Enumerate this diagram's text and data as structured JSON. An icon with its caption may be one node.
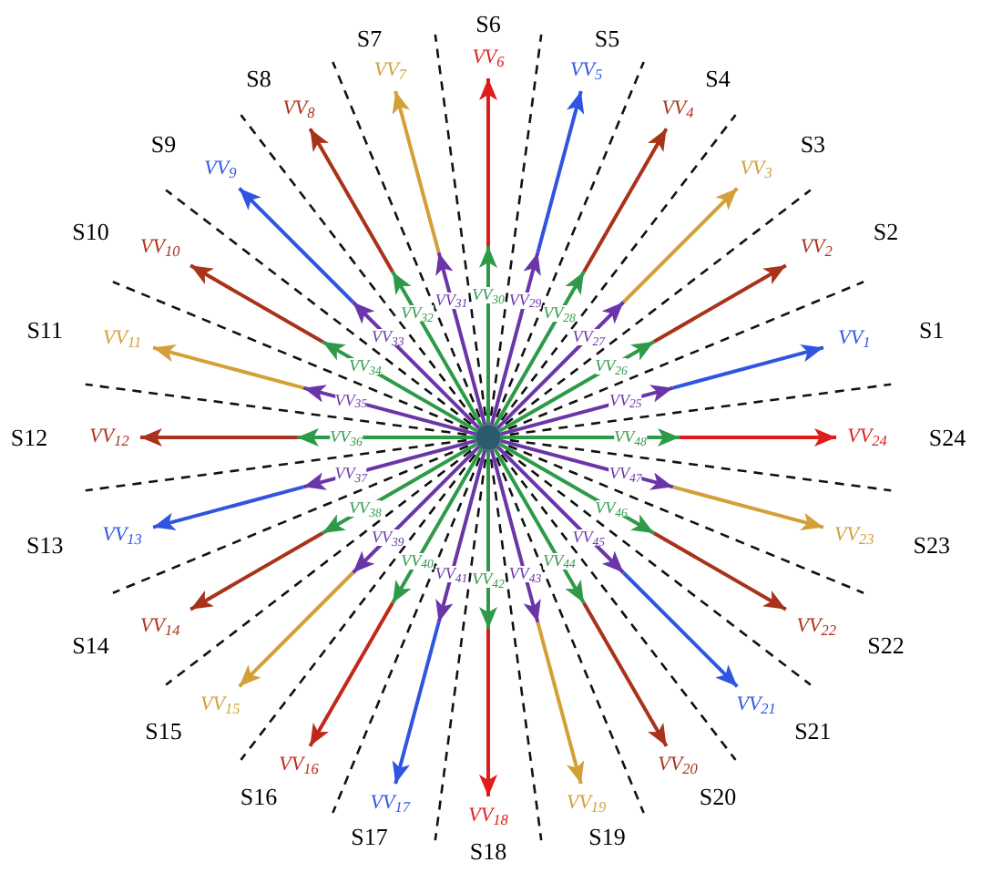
{
  "diagram": {
    "nodes": [
      {
        "text": [],
        "shape": "circle"
      },
      {
        "text": [
          "VV$_{1}$"
        ]
      },
      {
        "text": [
          "VV$_{2}$"
        ]
      },
      {
        "text": [
          "VV$_{3}$"
        ]
      },
      {
        "text": [
          "VV$_{4}$"
        ]
      },
      {
        "text": [
          "VV$_{5}$"
        ]
      },
      {
        "text": [
          "VV$_{6}$"
        ]
      },
      {
        "text": [
          "VV$_{7}$"
        ]
      },
      {
        "text": [
          "VV$_{8}$"
        ]
      },
      {
        "text": [
          "VV$_{9}$"
        ]
      },
      {
        "text": [
          "VV$_{10}$"
        ]
      },
      {
        "text": [
          "VV$_{11}$"
        ]
      },
      {
        "text": [
          "VV$_{12}$"
        ]
      },
      {
        "text": [
          "VV$_{13}$"
        ]
      },
      {
        "text": [
          "VV$_{14}$"
        ]
      },
      {
        "text": [
          "VV$_{15}$"
        ]
      },
      {
        "text": [
          "VV$_{16}$"
        ]
      },
      {
        "text": [
          "VV$_{17}$"
        ]
      },
      {
        "text": [
          "VV$_{18}$"
        ]
      },
      {
        "text": [
          "VV$_{19}$"
        ]
      },
      {
        "text": [
          "VV$_{20}$"
        ]
      },
      {
        "text": [
          "VV$_{21}$"
        ]
      },
      {
        "text": [
          "VV$_{22}$"
        ]
      },
      {
        "text": [
          "VV$_{23}$"
        ]
      },
      {
        "text": [
          "VV$_{24}$"
        ]
      }
    ],
    "edges": [
      {
        "from": null,
        "to": 1,
        "arrow": "to",
        "color": "#2f55e0"
      },
      {
        "from": null,
        "to": 2,
        "arrow": "to",
        "color": "#a8321a"
      },
      {
        "from": null,
        "to": 3,
        "arrow": "to",
        "color": "#d2a037"
      },
      {
        "from": null,
        "to": 4,
        "arrow": "to",
        "color": "#a8321a"
      },
      {
        "from": null,
        "to": 5,
        "arrow": "to",
        "color": "#2f55e0"
      },
      {
        "from": null,
        "to": 6,
        "arrow": "to",
        "color": "#e01b1b"
      },
      {
        "from": null,
        "to": 7,
        "arrow": "to",
        "color": "#d2a037"
      },
      {
        "from": null,
        "to": 8,
        "arrow": "to",
        "color": "#a8321a"
      },
      {
        "from": null,
        "to": 9,
        "arrow": "to",
        "color": "#2f55e0"
      },
      {
        "from": null,
        "to": 10,
        "arrow": "to",
        "color": "#a8321a"
      },
      {
        "from": null,
        "to": 11,
        "arrow": "to",
        "color": "#d2a037"
      },
      {
        "from": null,
        "to": 12,
        "arrow": "to",
        "color": "#a8321a"
      },
      {
        "from": null,
        "to": 13,
        "arrow": "to",
        "color": "#2f55e0"
      },
      {
        "from": null,
        "to": 14,
        "arrow": "to",
        "color": "#a8321a"
      },
      {
        "from": null,
        "to": 15,
        "arrow": "to",
        "color": "#d2a037"
      },
      {
        "from": null,
        "to": 16,
        "arrow": "to",
        "color": "#c0281a"
      },
      {
        "from": null,
        "to": 17,
        "arrow": "to",
        "color": "#2f55e0"
      },
      {
        "from": null,
        "to": 18,
        "arrow": "to",
        "color": "#e01b1b"
      },
      {
        "from": null,
        "to": 19,
        "arrow": "to",
        "color": "#d2a037"
      },
      {
        "from": null,
        "to": 20,
        "arrow": "to",
        "color": "#a8321a"
      },
      {
        "from": null,
        "to": 21,
        "arrow": "to",
        "color": "#2f55e0"
      },
      {
        "from": null,
        "to": 22,
        "arrow": "to",
        "color": "#a8321a"
      },
      {
        "from": null,
        "to": 23,
        "arrow": "to",
        "color": "#d2a037"
      },
      {
        "from": null,
        "to": 24,
        "arrow": "to",
        "color": "#e01b1b"
      },
      {
        "from": 0,
        "to": null,
        "arrow": "to",
        "label": "VV$_{25}$",
        "color": "#6a35a8"
      },
      {
        "from": 0,
        "to": null,
        "arrow": "to",
        "label": "VV$_{26}$",
        "color": "#2e9a48"
      },
      {
        "from": 0,
        "to": null,
        "arrow": "to",
        "label": "VV$_{27}$",
        "color": "#6a35a8"
      },
      {
        "from": 0,
        "to": null,
        "arrow": "to",
        "label": "VV$_{28}$",
        "color": "#2e9a48"
      },
      {
        "from": 0,
        "to": null,
        "arrow": "to",
        "label": "VV$_{29}$",
        "color": "#6a35a8"
      },
      {
        "from": 0,
        "to": null,
        "arrow": "to",
        "label": "VV$_{30}$",
        "color": "#2e9a48"
      },
      {
        "from": 0,
        "to": null,
        "arrow": "to",
        "label": "VV$_{31}$",
        "color": "#6a35a8"
      },
      {
        "from": 0,
        "to": null,
        "arrow": "to",
        "label": "VV$_{32}$",
        "color": "#2e9a48"
      },
      {
        "from": 0,
        "to": null,
        "arrow": "to",
        "label": "VV$_{33}$",
        "color": "#6a35a8"
      },
      {
        "from": 0,
        "to": null,
        "arrow": "to",
        "label": "VV$_{34}$",
        "color": "#2e9a48"
      },
      {
        "from": 0,
        "to": null,
        "arrow": "to",
        "label": "VV$_{35}$",
        "color": "#6a35a8"
      },
      {
        "from": 0,
        "to": null,
        "arrow": "to",
        "label": "VV$_{36}$",
        "color": "#2e9a48"
      },
      {
        "from": 0,
        "to": null,
        "arrow": "to",
        "label": "VV$_{37}$",
        "color": "#6a35a8"
      },
      {
        "from": 0,
        "to": null,
        "arrow": "to",
        "label": "VV$_{38}$",
        "color": "#2e9a48"
      },
      {
        "from": 0,
        "to": null,
        "arrow": "to",
        "label": "VV$_{39}$",
        "color": "#6a35a8"
      },
      {
        "from": 0,
        "to": null,
        "arrow": "to",
        "label": "VV$_{40}$",
        "color": "#2e9a48"
      },
      {
        "from": 0,
        "to": null,
        "arrow": "to",
        "label": "VV$_{41}$",
        "color": "#6a35a8"
      },
      {
        "from": 0,
        "to": null,
        "arrow": "to",
        "label": "VV$_{42}$",
        "color": "#2e9a48"
      },
      {
        "from": 0,
        "to": null,
        "arrow": "to",
        "label": "VV$_{43}$",
        "color": "#6a35a8"
      },
      {
        "from": 0,
        "to": null,
        "arrow": "to",
        "label": "VV$_{44}$",
        "color": "#2e9a48"
      },
      {
        "from": 0,
        "to": null,
        "arrow": "to",
        "label": "VV$_{45}$",
        "color": "#6a35a8"
      },
      {
        "from": 0,
        "to": null,
        "arrow": "to",
        "label": "VV$_{46}$",
        "color": "#2e9a48"
      },
      {
        "from": 0,
        "to": null,
        "arrow": "to",
        "label": "VV$_{47}$",
        "color": "#6a35a8"
      },
      {
        "from": 0,
        "to": null,
        "arrow": "to",
        "label": "VV$_{48}$",
        "color": "#2e9a48"
      }
    ],
    "labels": [
      "S1",
      "S2",
      "S3",
      "S4",
      "S5",
      "S6",
      "S7",
      "S8",
      "S9",
      "S10",
      "S11",
      "S12",
      "S13",
      "S14",
      "S15",
      "S16",
      "S17",
      "S18",
      "S19",
      "S20",
      "S21",
      "S22",
      "S23",
      "S24"
    ]
  }
}
